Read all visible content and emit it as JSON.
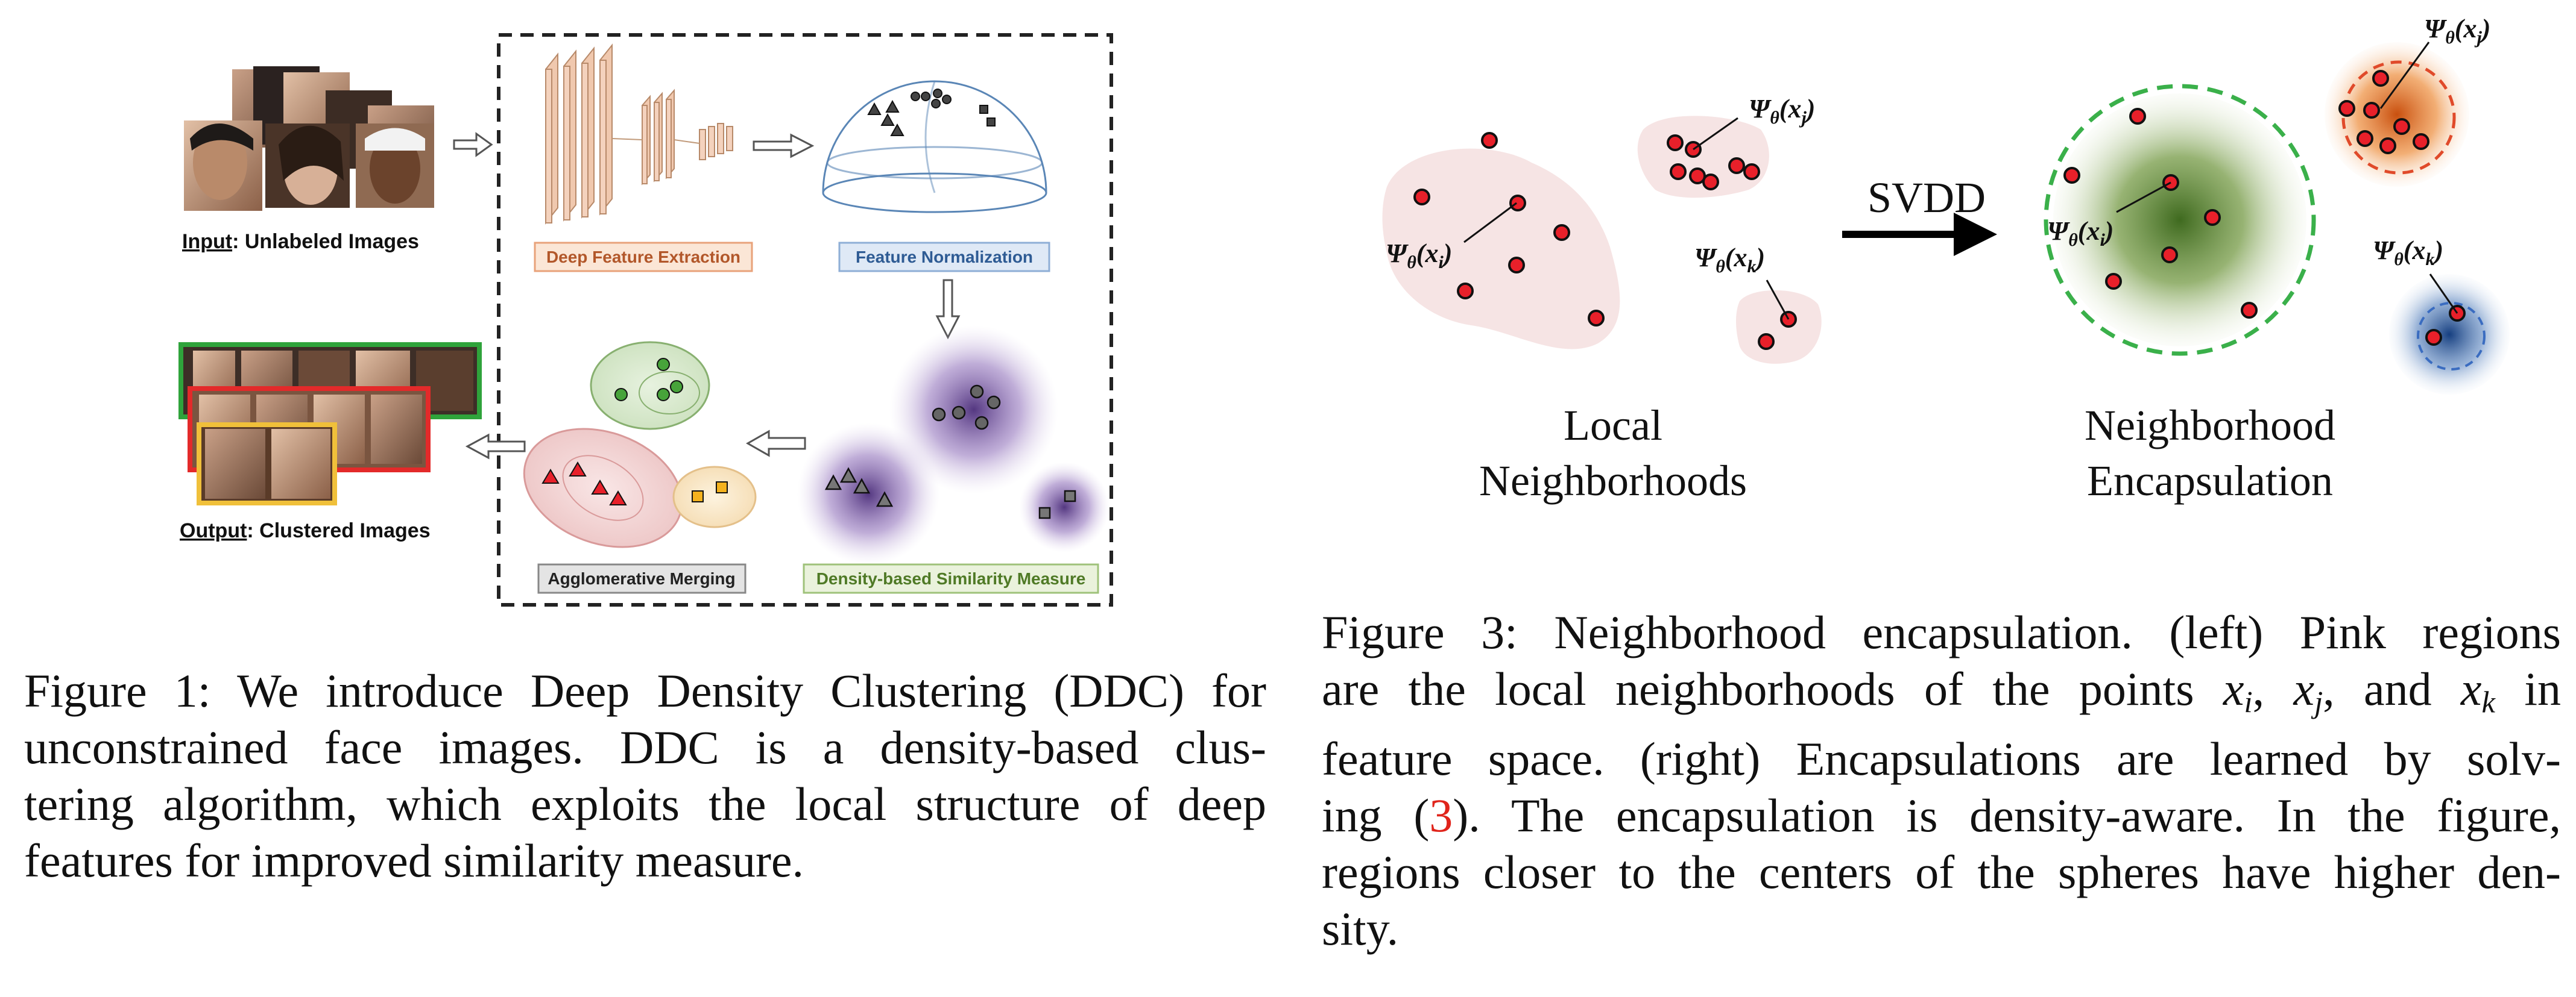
{
  "figure1": {
    "input_label_prefix": "Input",
    "input_label_suffix": ": Unlabeled Images",
    "output_label_prefix": "Output",
    "output_label_suffix": ": Clustered Images",
    "stages": {
      "deep_feature_extraction": "Deep Feature Extraction",
      "feature_normalization": "Feature Normalization",
      "density_similarity": "Density-based Similarity Measure",
      "agglomerative_merging": "Agglomerative Merging"
    },
    "caption_lines": [
      "Figure 1: We introduce Deep Density Clustering (DDC) for",
      "unconstrained face images.  DDC is a density-based clus-",
      "tering algorithm, which exploits the local structure of deep",
      "features for improved similarity measure."
    ]
  },
  "figure3": {
    "arrow_label": "SVDD",
    "left_title_line1": "Local",
    "left_title_line2": "Neighborhoods",
    "right_title_line1": "Neighborhood",
    "right_title_line2": "Encapsulation",
    "psi": "Ψ",
    "theta": "θ",
    "x": "x",
    "sub_i": "i",
    "sub_j": "j",
    "sub_k": "k",
    "caption": {
      "l1_pre": "Figure 3: Neighborhood encapsulation. (left) Pink regions",
      "l2_pre": "are the local neighborhoods of the points",
      "l2_and": ", and",
      "l2_post": "in",
      "l3": "feature space.  (right) Encapsulations are learned by solv-",
      "l4_pre": "ing (",
      "l4_ref": "3",
      "l4_post": ").  The encapsulation is density-aware.  In the figure,",
      "l5": "regions closer to the centers of the spheres have higher den-",
      "l6": "sity."
    }
  },
  "colors": {
    "point_red": "#e8202a",
    "pink_region": "#f6e4e4",
    "green_sphere": "#5c8a35",
    "orange_sphere": "#e07a2a",
    "blue_sphere": "#2a5a9a",
    "purple_blob": "#6a4a96",
    "ref_red": "#e0241b"
  }
}
